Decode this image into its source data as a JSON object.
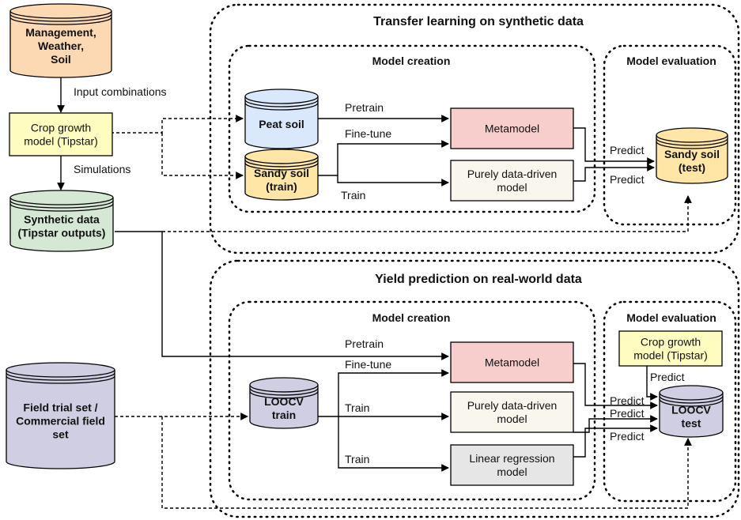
{
  "colors": {
    "orange": "#fdd9b3",
    "yellow": "#fefcbf",
    "green": "#d5e8d4",
    "blue": "#dae8fc",
    "sandy": "#ffe6a6",
    "lavender": "#d0cee2",
    "pink": "#f8cecc",
    "cream": "#f9f7ed",
    "gray": "#e6e6e6",
    "stroke": "#000000"
  },
  "sources": {
    "mws": [
      "Management,",
      "Weather,",
      "Soil"
    ],
    "tipstar_model": [
      "Crop growth",
      "model (Tipstar)"
    ],
    "synthetic": [
      "Synthetic data",
      "(Tipstar outputs)"
    ],
    "field": [
      "Field trial set /",
      "Commercial field",
      "set"
    ]
  },
  "edge_labels": {
    "input_combinations": "Input combinations",
    "simulations": "Simulations"
  },
  "transfer": {
    "title": "Transfer learning on synthetic data",
    "creation_title": "Model creation",
    "evaluation_title": "Model evaluation",
    "peat": [
      "Peat soil"
    ],
    "sandy_train": [
      "Sandy soil",
      "(train)"
    ],
    "metamodel": [
      "Metamodel"
    ],
    "purely": [
      "Purely data-driven",
      "model"
    ],
    "sandy_test": [
      "Sandy soil",
      "(test)"
    ],
    "pretrain": "Pretrain",
    "finetune": "Fine-tune",
    "train": "Train",
    "predict_1": "Predict",
    "predict_2": "Predict"
  },
  "yield": {
    "title": "Yield prediction on real-world data",
    "creation_title": "Model creation",
    "evaluation_title": "Model evaluation",
    "loocv_train": [
      "LOOCV",
      "train"
    ],
    "metamodel": [
      "Metamodel"
    ],
    "purely": [
      "Purely data-driven",
      "model"
    ],
    "linear": [
      "Linear regression",
      "model"
    ],
    "tipstar": [
      "Crop growth",
      "model (Tipstar)"
    ],
    "loocv_test": [
      "LOOCV",
      "test"
    ],
    "pretrain": "Pretrain",
    "finetune": "Fine-tune",
    "train_1": "Train",
    "train_2": "Train",
    "predict_top": "Predict",
    "predict_1": "Predict",
    "predict_2": "Predict",
    "predict_3": "Predict"
  }
}
